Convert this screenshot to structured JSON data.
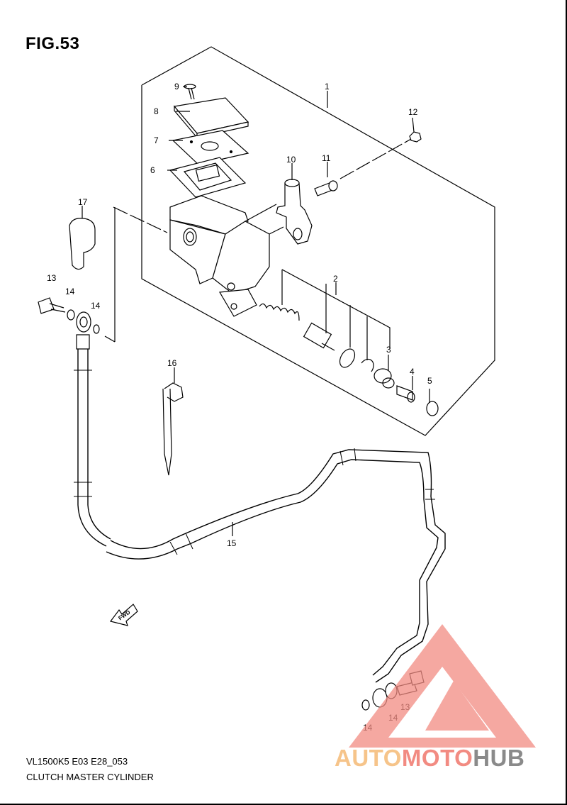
{
  "figure": {
    "title": "FIG.53",
    "model_code": "VL1500K5 E03 E28_053",
    "caption": "CLUTCH MASTER CYLINDER"
  },
  "callouts": [
    "1",
    "2",
    "3",
    "4",
    "5",
    "6",
    "7",
    "8",
    "9",
    "10",
    "11",
    "12",
    "13",
    "14",
    "14",
    "15",
    "16",
    "17",
    "13",
    "14",
    "14"
  ],
  "fwd_label": "FWD",
  "watermark": {
    "part1": "AUTO",
    "part2": "MOTO",
    "part3": "HUB"
  },
  "colors": {
    "line": "#000000",
    "watermark_red": "#f28b82",
    "watermark_orange": "#f6c48a",
    "watermark_gray": "#8a8a8a"
  }
}
